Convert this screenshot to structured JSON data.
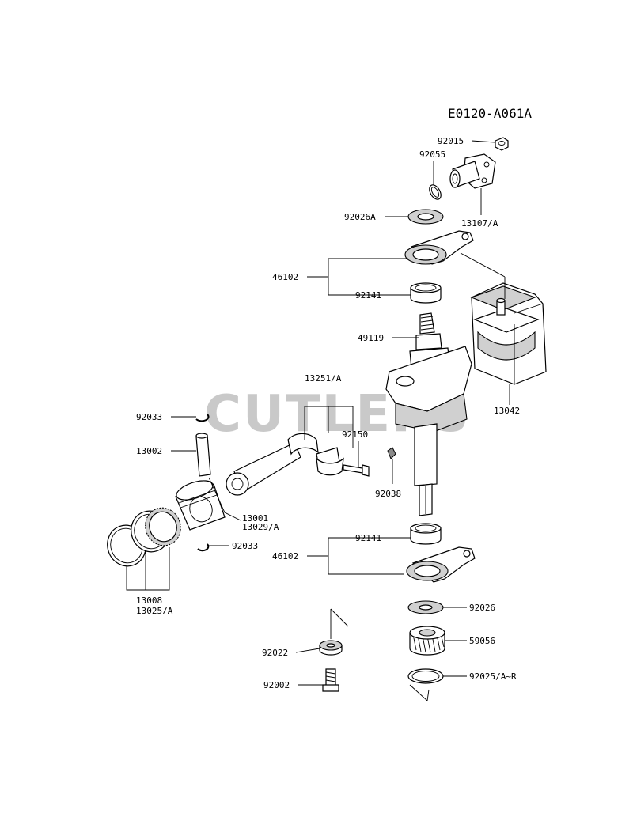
{
  "diagram_code": "E0120-A061A",
  "watermark": "CUTLERS",
  "labels": {
    "p92015": "92015",
    "p92055": "92055",
    "p13107": "13107/A",
    "p92026A": "92026A",
    "p46102_top": "46102",
    "p92141_top": "92141",
    "p49119": "49119",
    "p13042": "13042",
    "p13251": "13251/A",
    "p92150": "92150",
    "p92033_top": "92033",
    "p13002": "13002",
    "p92038": "92038",
    "p13001": "13001",
    "p13029": "13029/A",
    "p92033_bottom": "92033",
    "p13008": "13008",
    "p13025": "13025/A",
    "p92141_bottom": "92141",
    "p46102_bottom": "46102",
    "p92026": "92026",
    "p59056": "59056",
    "p92022": "92022",
    "p92002": "92002",
    "p92025": "92025/A~R"
  },
  "colors": {
    "line": "#000000",
    "shade": "#d0d0d0",
    "watermark": "#c8c8c8"
  }
}
